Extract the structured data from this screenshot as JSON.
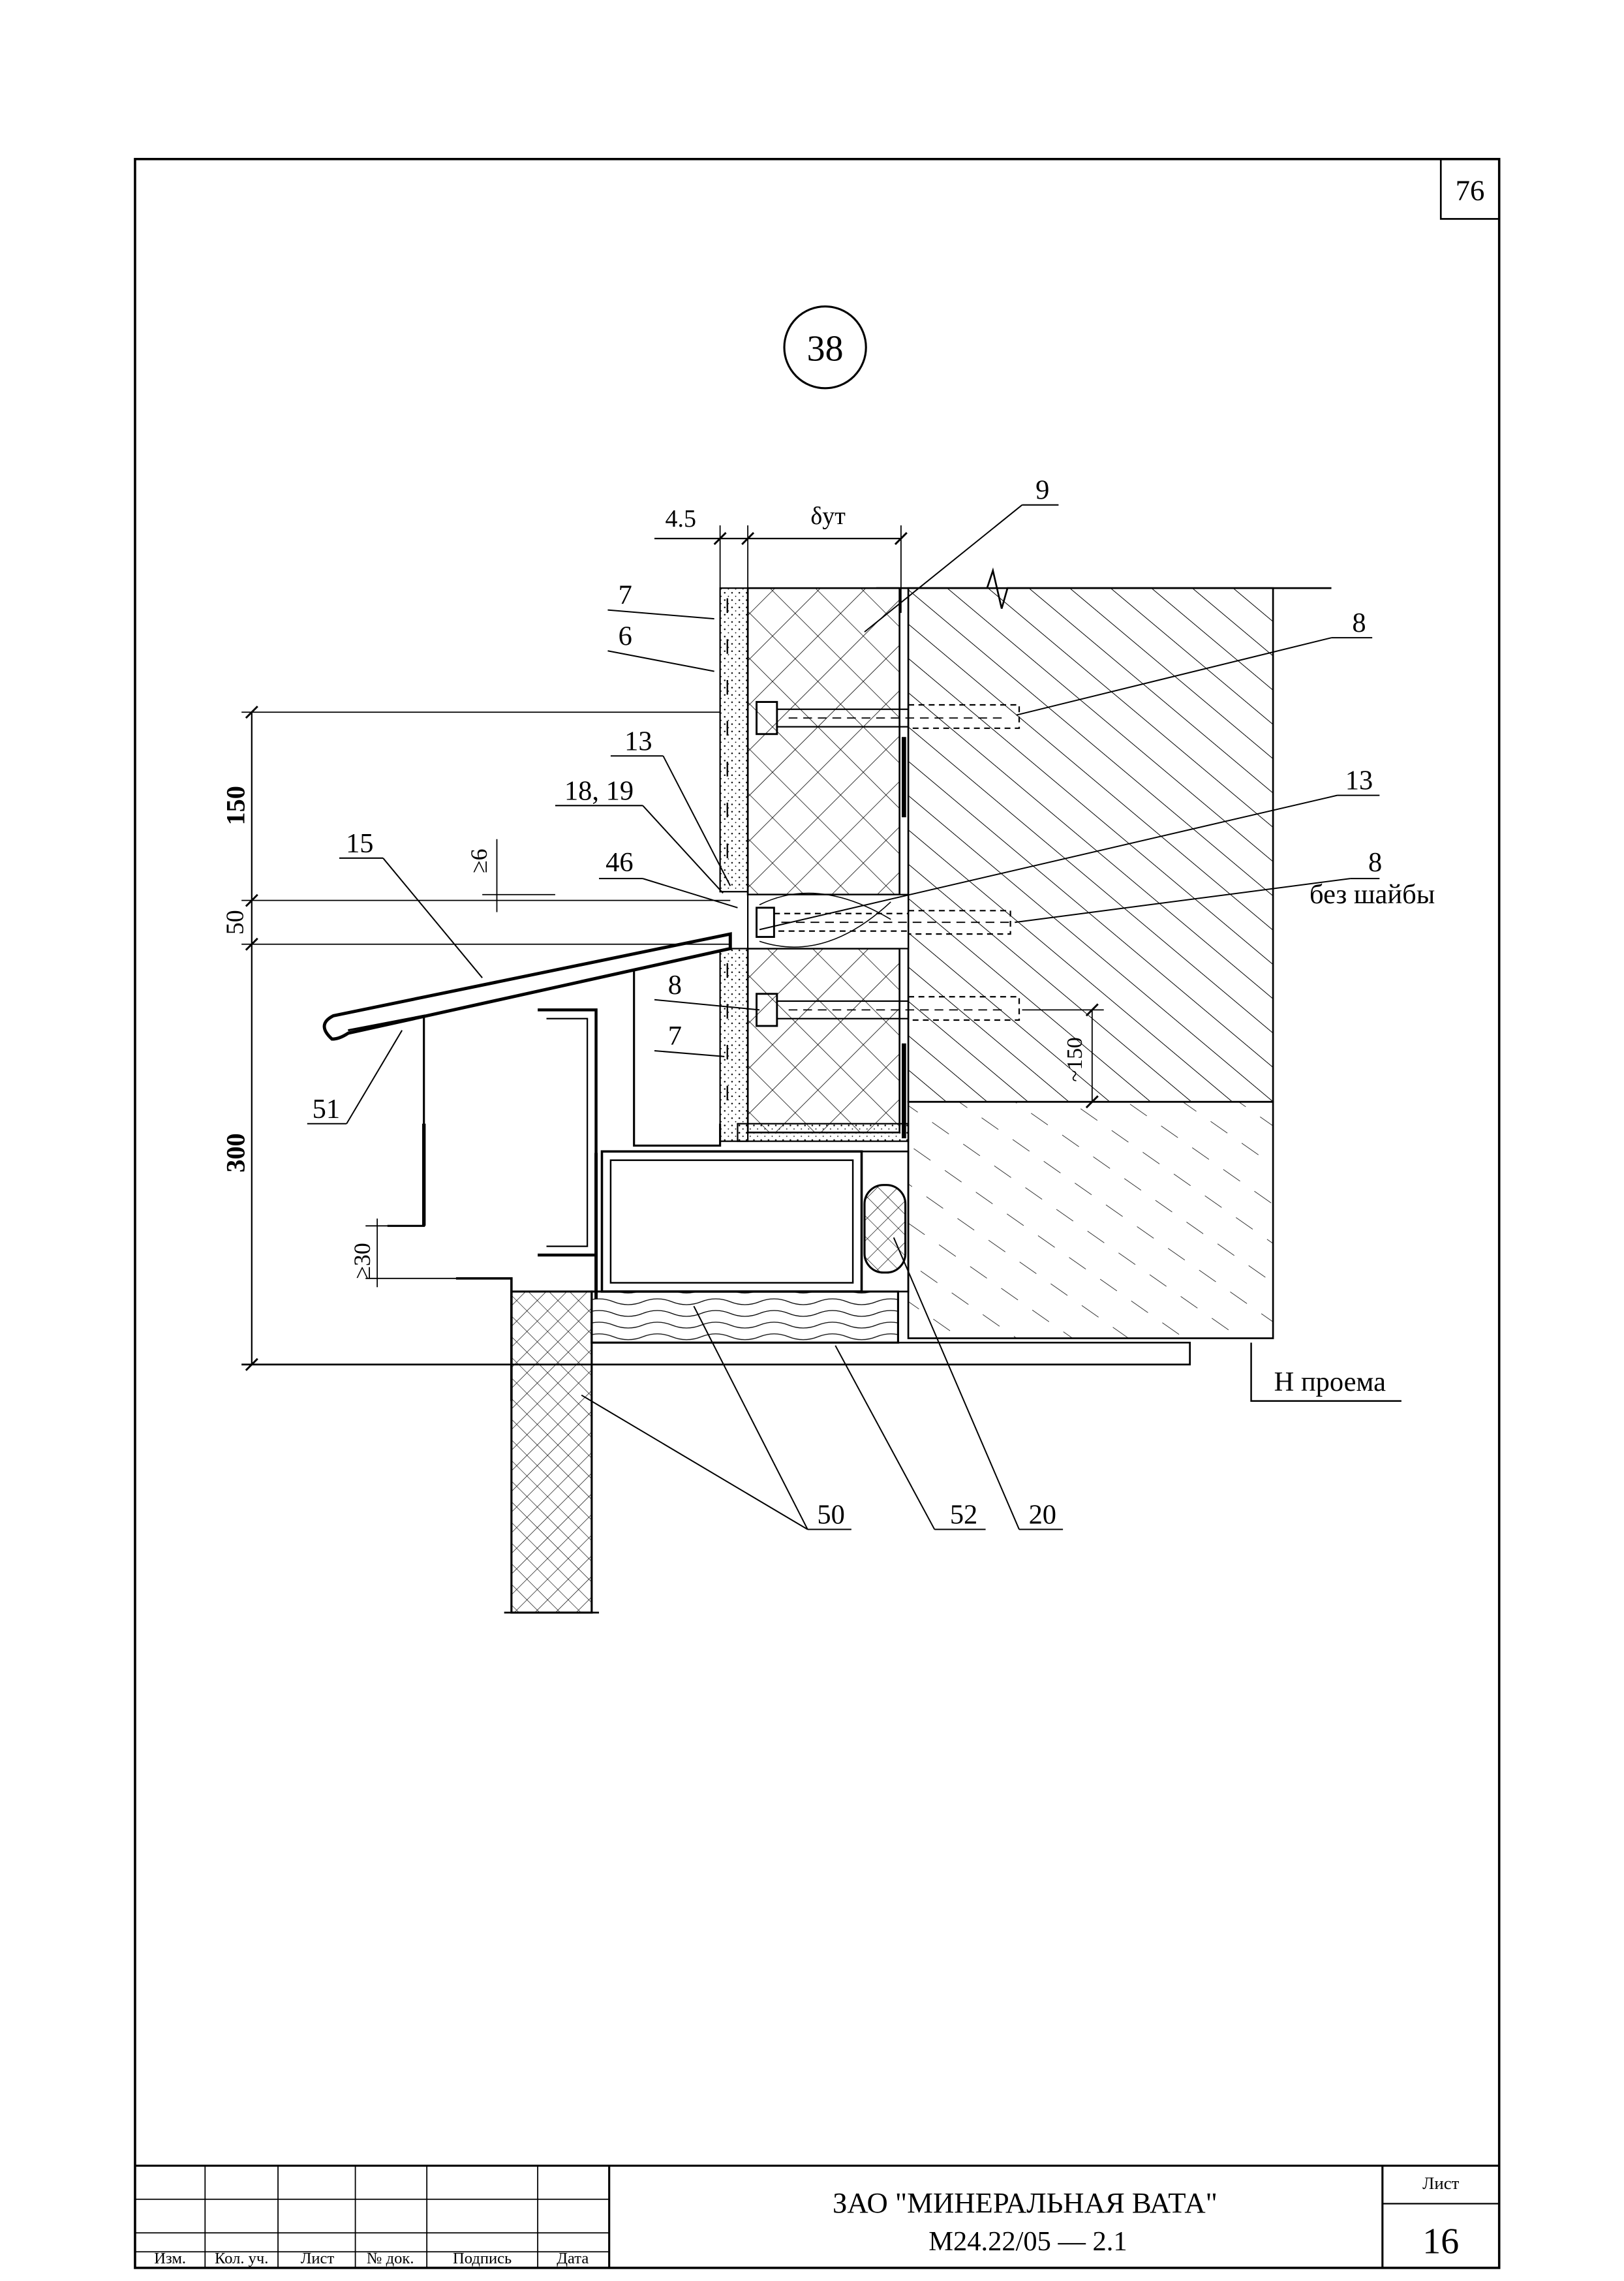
{
  "page": {
    "number": "76"
  },
  "detail": {
    "number": "38"
  },
  "dimensions": {
    "left_plaster": "4.5",
    "insulation": "δут",
    "upper_height": "150",
    "middle_height": "50",
    "lower_height": "300",
    "drip_gap": "≥6",
    "flashing_overlap": "≥30",
    "anchor_spacing": "~150"
  },
  "callouts": {
    "c9": "9",
    "c7_top": "7",
    "c6": "6",
    "c8_top": "8",
    "c13_left": "13",
    "c13_right": "13",
    "c18_19": "18, 19",
    "c15": "15",
    "c46": "46",
    "c8_mid": "8",
    "c8_mid_note": "без шайбы",
    "c8_low": "8",
    "c7_low": "7",
    "c51": "51",
    "c50": "50",
    "c52": "52",
    "c20": "20",
    "opening_level": "Н проема"
  },
  "title_block": {
    "col_headers": [
      "Изм.",
      "Кол. уч.",
      "Лист",
      "№ док.",
      "Подпись",
      "Дата"
    ],
    "organization": "ЗАО \"МИНЕРАЛЬНАЯ ВАТА\"",
    "document_code": "М24.22/05 — 2.1",
    "sheet_label": "Лист",
    "sheet_number": "16"
  }
}
